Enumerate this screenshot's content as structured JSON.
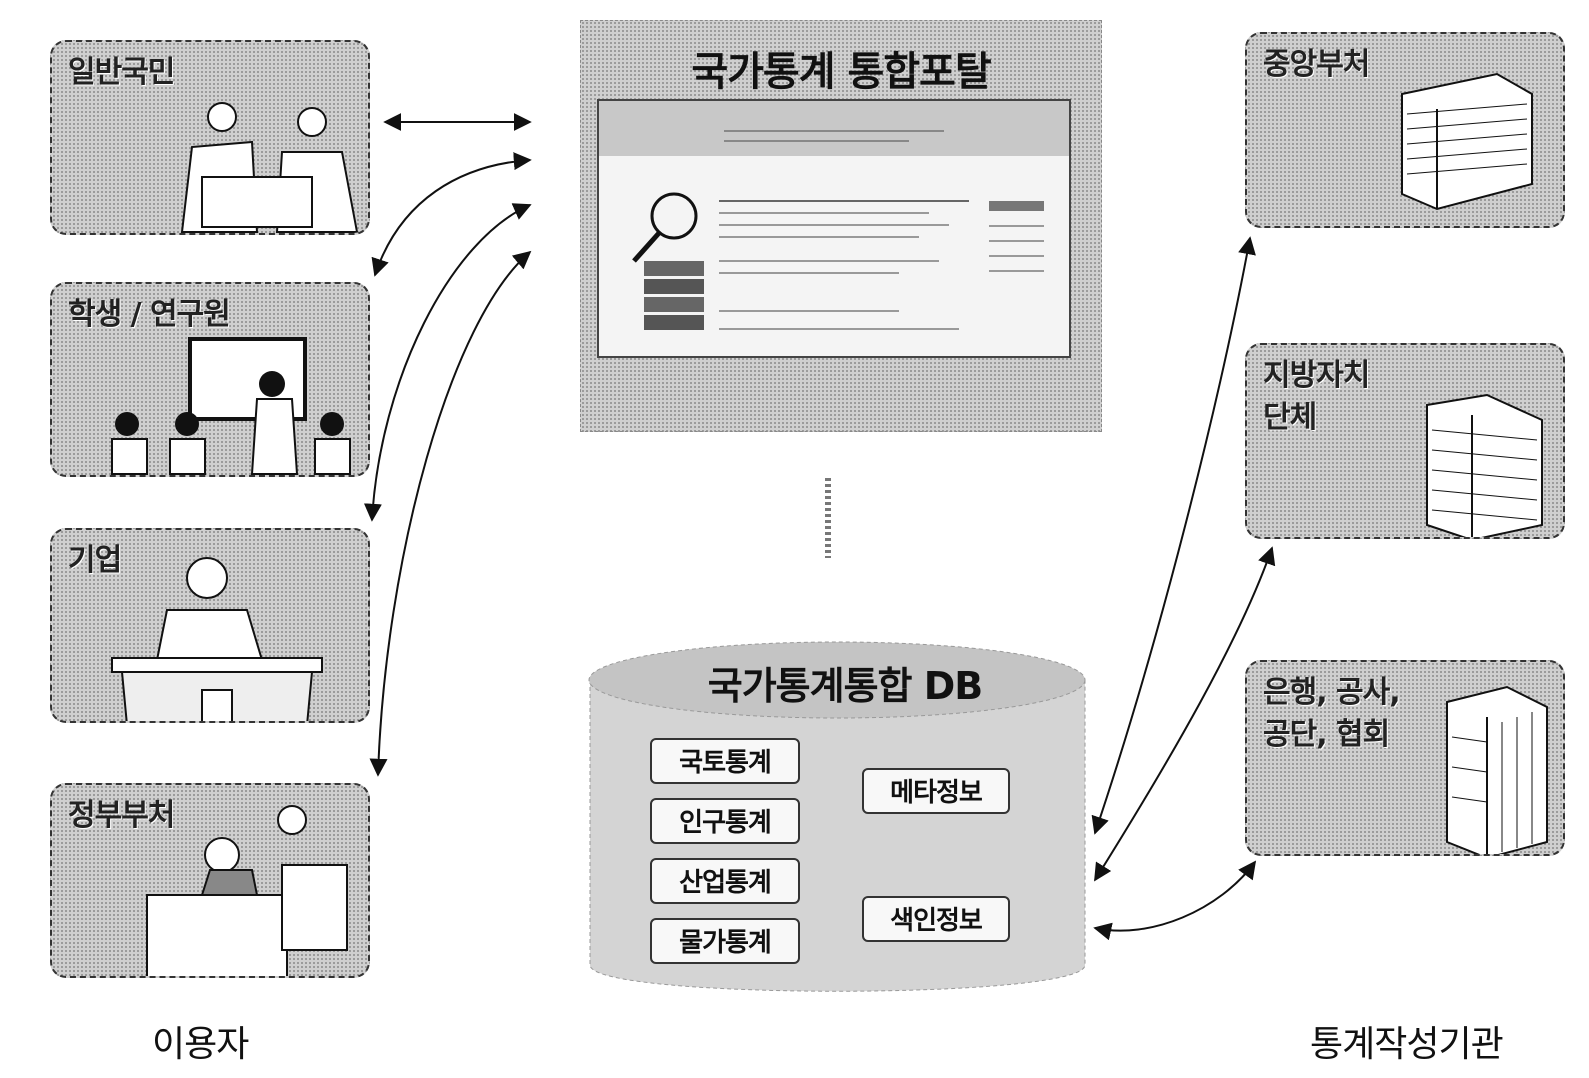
{
  "users": {
    "caption": "이용자",
    "cards": [
      {
        "label": "일반국민"
      },
      {
        "label": "학생 / 연구원"
      },
      {
        "label": "기업"
      },
      {
        "label": "정부부처"
      }
    ]
  },
  "portal": {
    "title": "국가통계 통합포탈"
  },
  "database": {
    "title": "국가통계통합 DB",
    "stats": [
      "국토통계",
      "인구통계",
      "산업통계",
      "물가통계"
    ],
    "meta": "메타정보",
    "index": "색인정보"
  },
  "producers": {
    "caption": "통계작성기관",
    "cards": [
      {
        "label": "중앙부처"
      },
      {
        "label": "지방자치\n단체"
      },
      {
        "label": "은행, 공사,\n공단, 협회"
      }
    ]
  }
}
